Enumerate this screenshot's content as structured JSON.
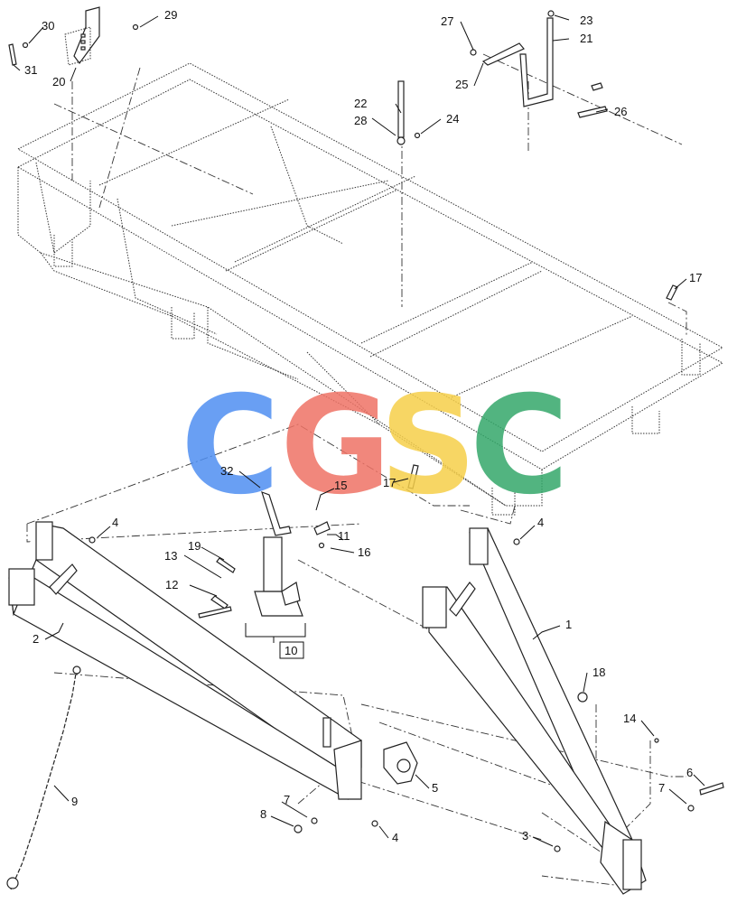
{
  "diagram": {
    "watermark": {
      "letters": [
        {
          "char": "C",
          "color": "#4f8ff2"
        },
        {
          "char": "G",
          "color": "#ef7366"
        },
        {
          "char": "S",
          "color": "#f6cf4a"
        },
        {
          "char": "C",
          "color": "#34a86a"
        }
      ]
    },
    "callouts": [
      "1",
      "2",
      "3",
      "4",
      "4",
      "4",
      "5",
      "6",
      "7",
      "7",
      "8",
      "9",
      "10",
      "11",
      "12",
      "13",
      "14",
      "15",
      "16",
      "17",
      "17",
      "18",
      "19",
      "20",
      "21",
      "22",
      "23",
      "24",
      "25",
      "26",
      "27",
      "28",
      "29",
      "30",
      "31",
      "32"
    ]
  }
}
